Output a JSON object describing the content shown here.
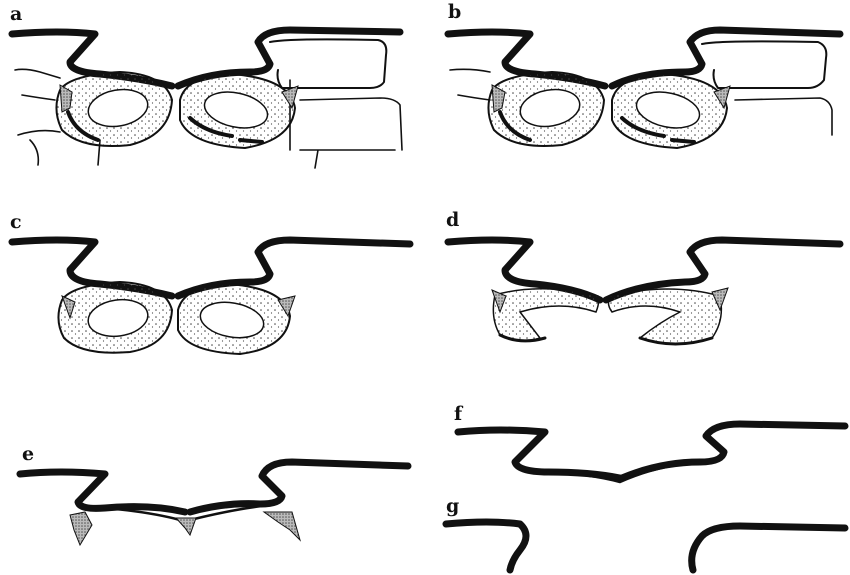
{
  "figure": {
    "panels": [
      {
        "label": "a"
      },
      {
        "label": "b"
      },
      {
        "label": "c"
      },
      {
        "label": "d"
      },
      {
        "label": "e"
      },
      {
        "label": "f"
      },
      {
        "label": "g"
      }
    ]
  },
  "colors": {
    "ink": "#111111",
    "stipple": "#555555",
    "background": "#ffffff"
  }
}
